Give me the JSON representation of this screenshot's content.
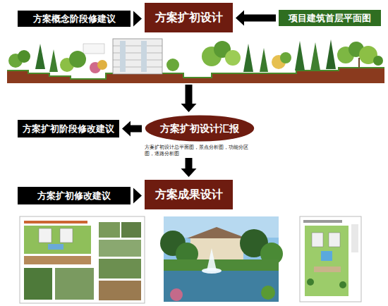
{
  "diagram": {
    "nodes": [
      {
        "text": [
          "方案概念阶段修建议"
        ]
      },
      {
        "text": [
          "方案扩初设计"
        ]
      },
      {
        "text": [
          "项目建筑首层平面图"
        ]
      },
      {
        "text": [
          "方案扩初阶段修改建议"
        ]
      },
      {
        "text": [
          "方案扩初设计汇报"
        ]
      },
      {
        "text": [
          "方案扩初修改建议"
        ]
      },
      {
        "text": [
          "方案成果设计"
        ]
      }
    ],
    "edges": [
      {
        "from": 0,
        "to": 1,
        "arrow": "to"
      },
      {
        "from": 2,
        "to": 1,
        "arrow": "to"
      },
      {
        "from": 1,
        "to": 4,
        "arrow": "to"
      },
      {
        "from": 4,
        "to": 3,
        "arrow": "to"
      },
      {
        "from": 4,
        "to": 6,
        "arrow": "to"
      },
      {
        "from": 5,
        "to": 6,
        "arrow": "to"
      }
    ],
    "labels": [
      "方案扩初设计总平面图，景点分析图，功能分区图，道路分析图"
    ]
  }
}
